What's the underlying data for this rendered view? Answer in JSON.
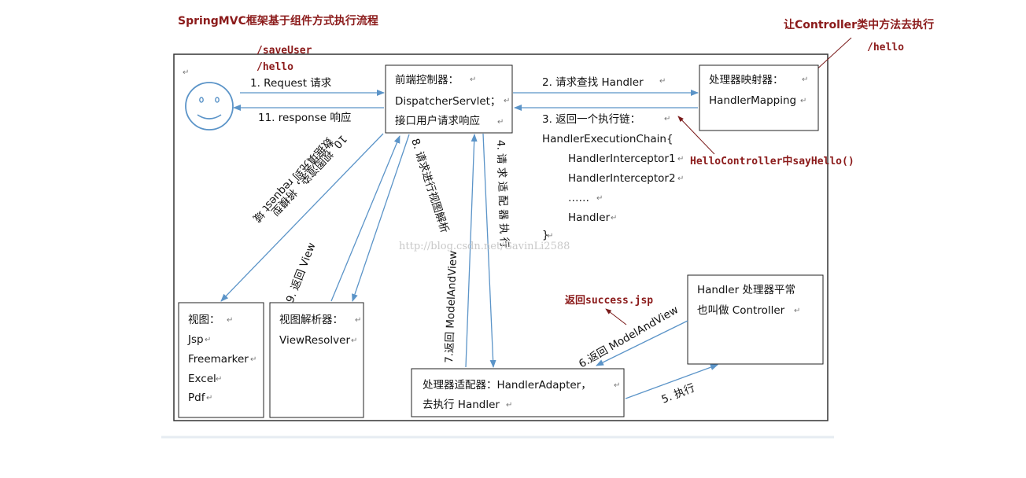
{
  "title": "SpringMVC框架基于组件方式执行流程",
  "annotations": {
    "save_user": "/saveUser",
    "hello_left": "/hello",
    "controller_method": "让Controller类中方法去执行",
    "hello_right": "/hello",
    "hello_controller": "HelloController中sayHello()",
    "return_success": "返回success.jsp"
  },
  "boxes": {
    "dispatcher": [
      "前端控制器：",
      "DispatcherServlet；",
      "接口用户请求响应"
    ],
    "mapping": [
      "处理器映射器：",
      "HandlerMapping"
    ],
    "view": [
      "视图：",
      "Jsp",
      "Freemarker",
      "Excel",
      "Pdf"
    ],
    "resolver": [
      "视图解析器：",
      "ViewResolver"
    ],
    "adapter": [
      "处理器适配器：HandlerAdapter，",
      "去执行 Handler"
    ],
    "handler": [
      "Handler 处理器平常",
      "也叫做 Controller"
    ]
  },
  "chain": [
    "3. 返回一个执行链：",
    "HandlerExecutionChain{",
    "HandlerInterceptor1",
    "HandlerInterceptor2",
    "……",
    "Handler",
    "}"
  ],
  "steps": {
    "s1": "1.   Request  请求",
    "s11": "11. response  响应",
    "s2": "2. 请求查找 Handler",
    "s4": "4. 请 求 适 配 器 执 行",
    "s5": "5. 执行",
    "s6": "6.返回 ModelAndView",
    "s7": "7.返回 ModelAndView",
    "s8": "8. 请求进行视图解析",
    "s9": "9. 返回 View",
    "s10a": "10. 视图渲染，将模型",
    "s10b": "数据填充到 request 域"
  },
  "watermark": "http://blog.csdn.net/GavinLi2588"
}
